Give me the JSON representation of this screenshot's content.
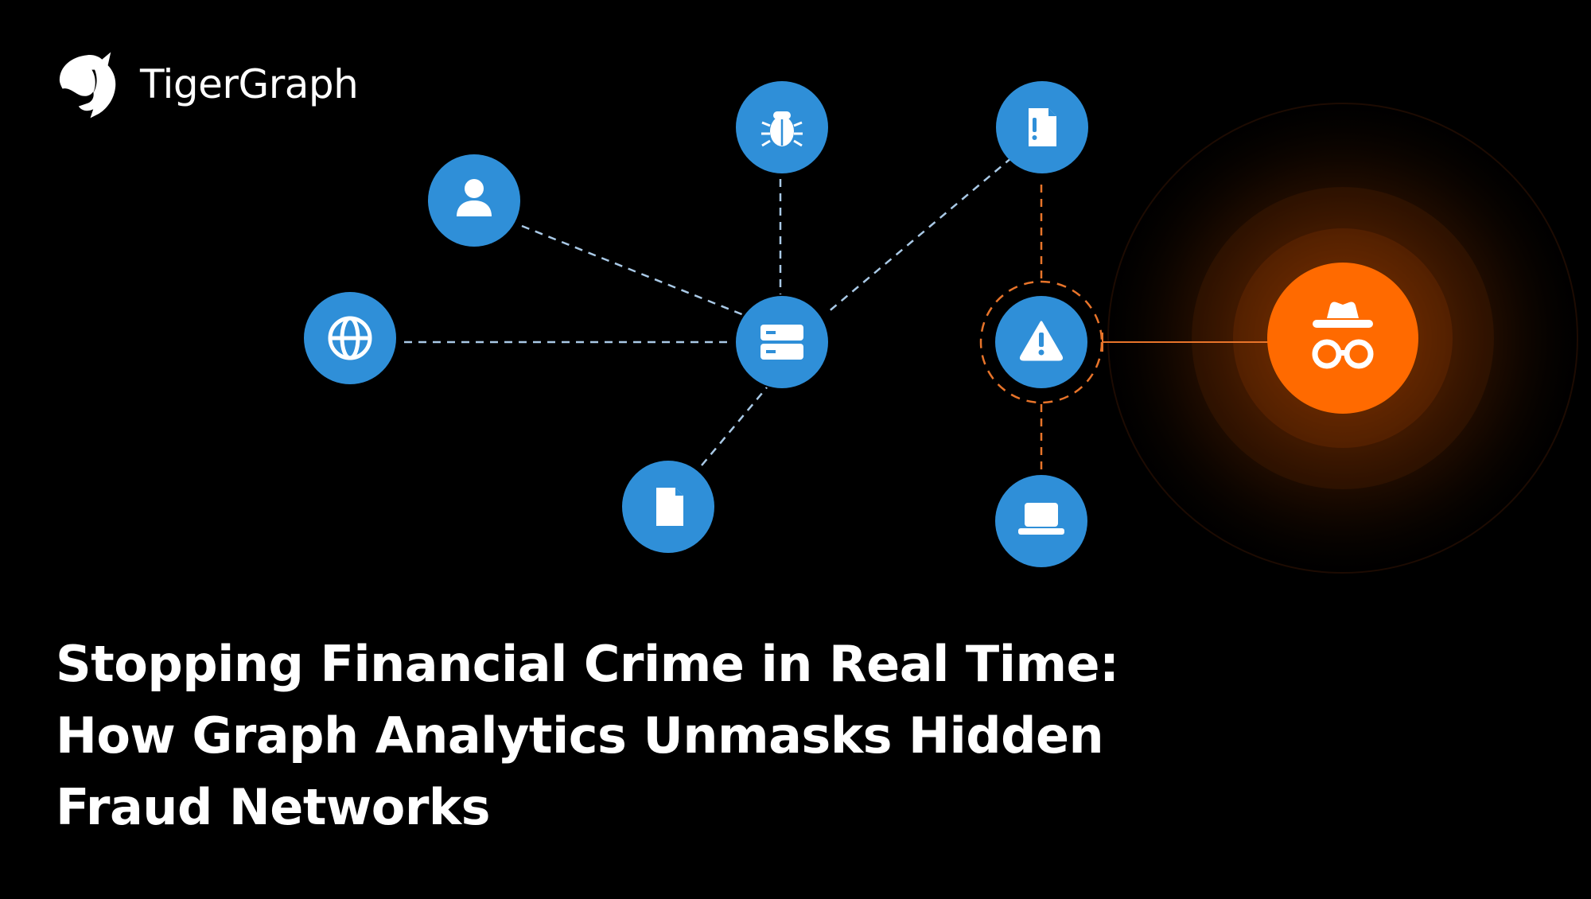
{
  "brand": {
    "name": "TigerGraph",
    "logo_icon": "tiger-head-icon"
  },
  "headline": {
    "line1": "Stopping Financial Crime in Real Time:",
    "line2": "How Graph Analytics Unmasks Hidden",
    "line3": "Fraud Networks"
  },
  "graph": {
    "nodes": [
      {
        "id": "person",
        "icon": "person-icon"
      },
      {
        "id": "bug",
        "icon": "bug-icon"
      },
      {
        "id": "alert-document",
        "icon": "document-alert-icon"
      },
      {
        "id": "globe",
        "icon": "globe-icon"
      },
      {
        "id": "server",
        "icon": "server-icon"
      },
      {
        "id": "warning",
        "icon": "warning-triangle-icon"
      },
      {
        "id": "document",
        "icon": "document-icon"
      },
      {
        "id": "laptop",
        "icon": "laptop-icon"
      },
      {
        "id": "fraudster",
        "icon": "incognito-spy-icon"
      }
    ]
  },
  "colors": {
    "background": "#000000",
    "node_blue": "#2f8fd8",
    "edge_blue": "#a9c9e6",
    "accent_orange": "#ff6a00",
    "edge_orange": "#e8742a",
    "text": "#ffffff"
  }
}
